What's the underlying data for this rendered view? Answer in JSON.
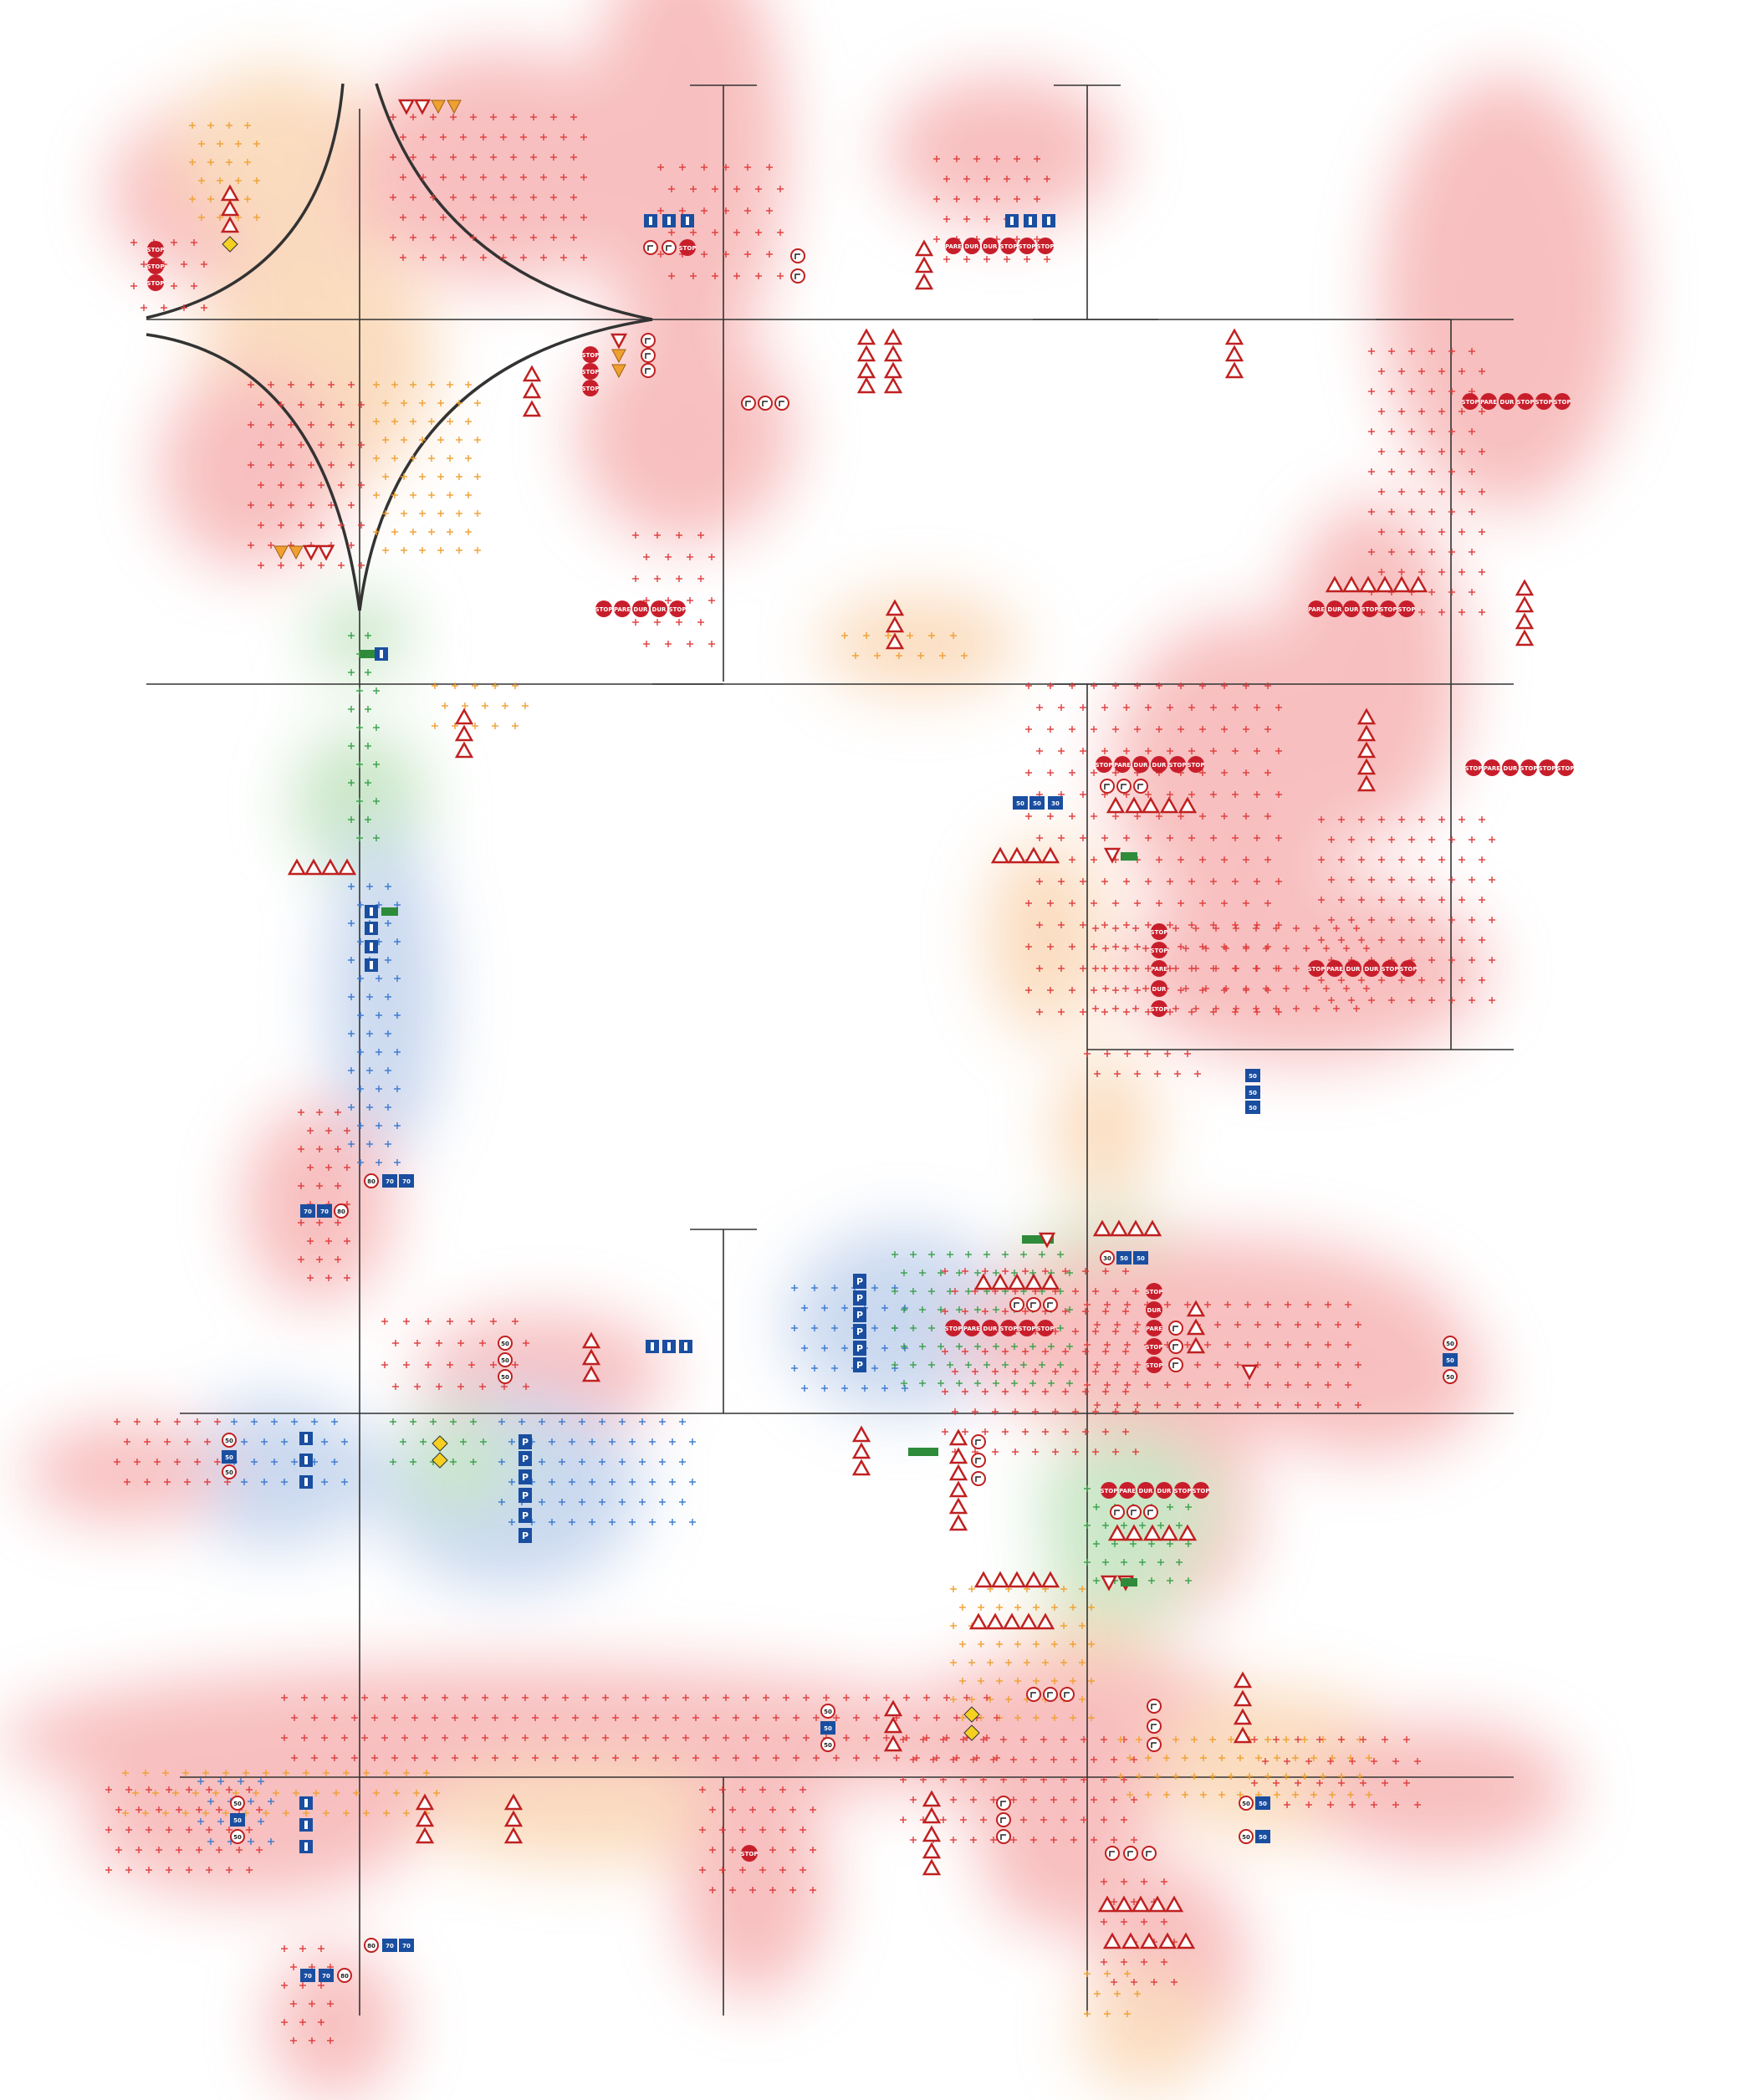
{
  "map": {
    "roads": [
      {
        "id": "vertical-west",
        "kind": "straight"
      },
      {
        "id": "vertical-center",
        "kind": "straight"
      },
      {
        "id": "vertical-east",
        "kind": "straight"
      },
      {
        "id": "vertical-far-east",
        "kind": "straight"
      },
      {
        "id": "horizontal-top",
        "kind": "straight"
      },
      {
        "id": "horizontal-second",
        "kind": "straight"
      },
      {
        "id": "horizontal-third",
        "kind": "straight"
      },
      {
        "id": "horizontal-fourth",
        "kind": "straight"
      },
      {
        "id": "horizontal-bottom",
        "kind": "straight"
      },
      {
        "id": "cloverleaf-arcs",
        "kind": "curve"
      }
    ],
    "heat_colors": {
      "red": "#f28b8b",
      "orange": "#f7c08a",
      "green": "#9fd39a",
      "blue": "#9fb9e2"
    },
    "marker_colors": {
      "red": "#e03c3c",
      "orange": "#f0a030",
      "green": "#3aa04a",
      "blue": "#3a78d0"
    },
    "sign_texts": {
      "stop": "STOP",
      "pare": "PARE",
      "dur": "DUR",
      "speed_50": "50",
      "speed_70": "70",
      "speed_80": "80",
      "speed_30": "30",
      "parking": "P"
    },
    "legend": []
  }
}
